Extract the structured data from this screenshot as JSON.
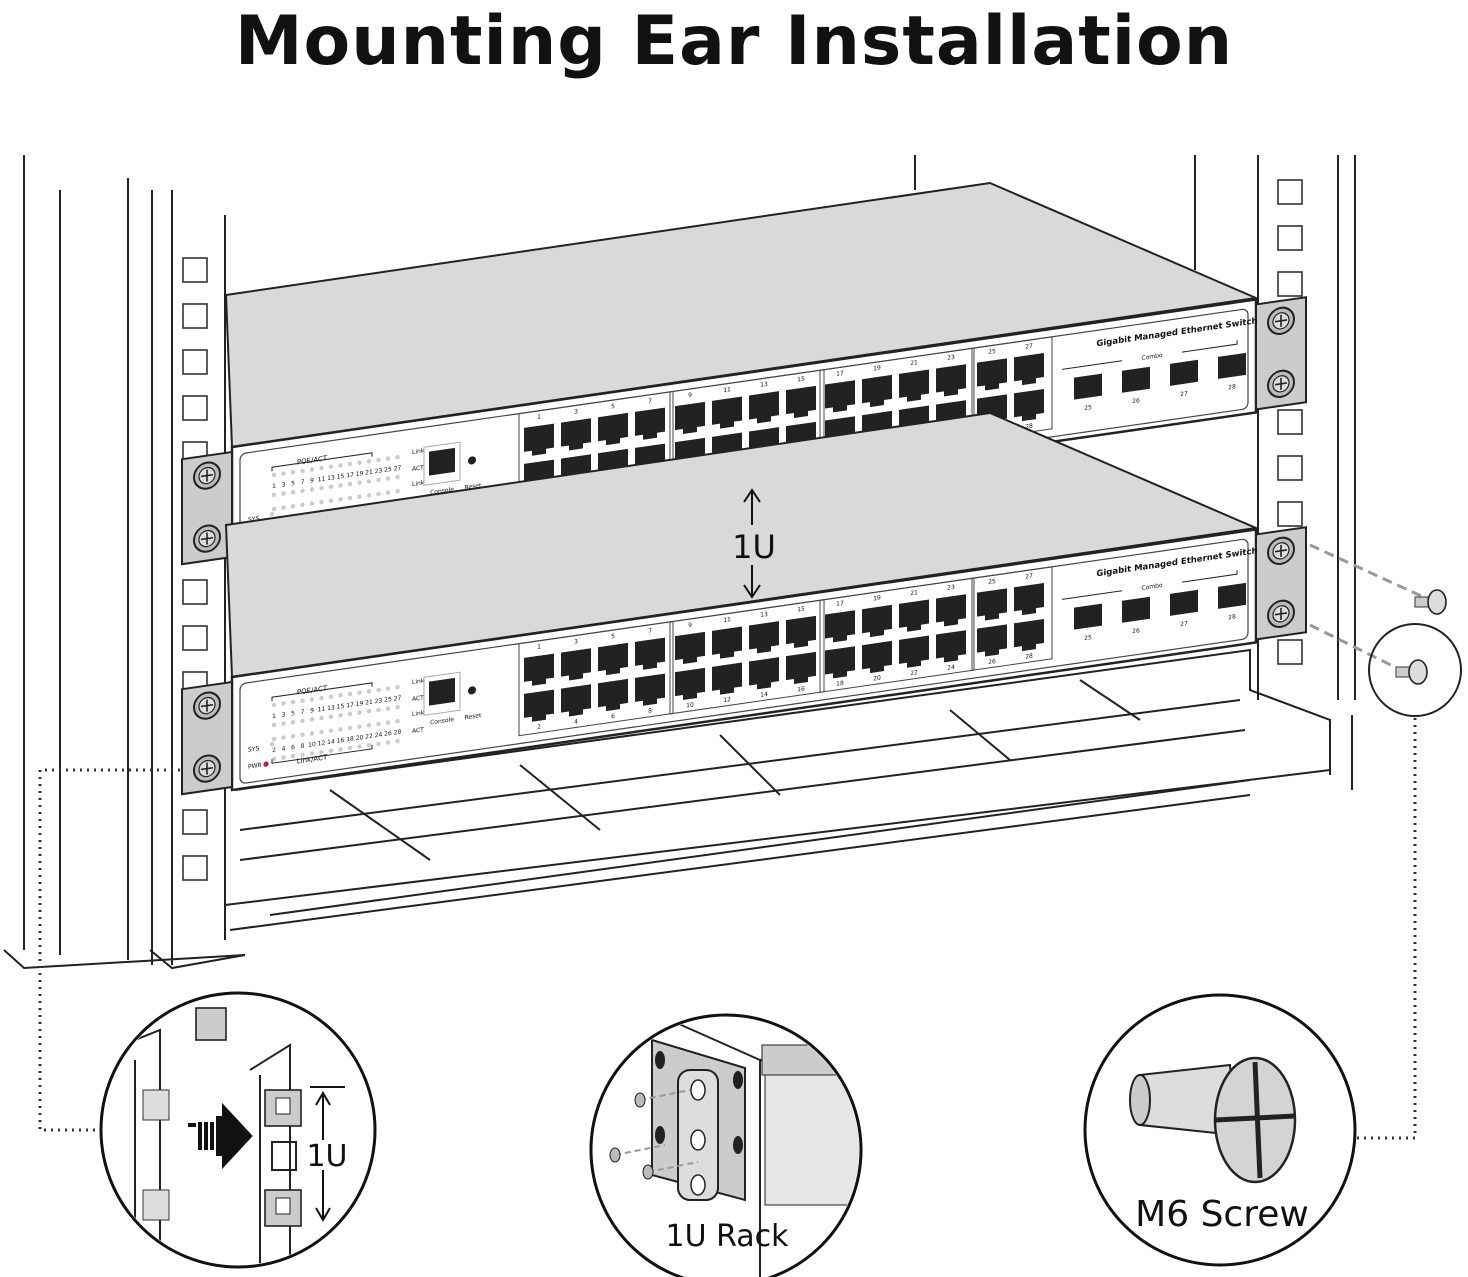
{
  "title": "Mounting Ear Installation",
  "spacing_label": "1U",
  "switch_panel": {
    "model_text": "Gigabit Managed Ethernet Switch",
    "poe_label": "POE/ACT",
    "link_act_label": "Link/ACT",
    "led_side_labels": [
      "Link",
      "ACT",
      "Link",
      "ACT"
    ],
    "sys_label": "SYS",
    "pwr_label": "PWR",
    "odd_led_numbers": [
      "1",
      "3",
      "5",
      "7",
      "9",
      "11",
      "13",
      "15",
      "17",
      "19",
      "21",
      "23",
      "25",
      "27"
    ],
    "even_led_numbers": [
      "2",
      "4",
      "6",
      "8",
      "10",
      "12",
      "14",
      "16",
      "18",
      "20",
      "22",
      "24",
      "26",
      "28"
    ],
    "console_label": "Console",
    "reset_label": "Reset",
    "port_groups": [
      {
        "top": [
          "1",
          "3",
          "5",
          "7"
        ],
        "bottom": [
          "2",
          "4",
          "6",
          "8"
        ]
      },
      {
        "top": [
          "9",
          "11",
          "13",
          "15"
        ],
        "bottom": [
          "10",
          "12",
          "14",
          "16"
        ]
      },
      {
        "top": [
          "17",
          "19",
          "21",
          "23"
        ],
        "bottom": [
          "18",
          "20",
          "22",
          "24"
        ]
      },
      {
        "top": [
          "25",
          "27"
        ],
        "bottom": [
          "26",
          "28"
        ]
      }
    ],
    "combo_label": "Combo",
    "sfp_ports": [
      "25",
      "26",
      "27",
      "28"
    ],
    "pwr_led_color": "#c0202a"
  },
  "insets": [
    {
      "label": "1U"
    },
    {
      "label": "1U Rack"
    },
    {
      "label": "M6 Screw"
    }
  ]
}
